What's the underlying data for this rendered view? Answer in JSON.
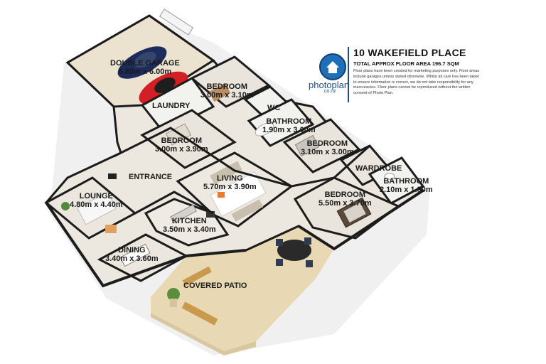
{
  "header": {
    "address": "10 WAKEFIELD PLACE",
    "total_area": "TOTAL APPROX FLOOR AREA 196.7 SQM",
    "disclaimer": "Floor plans have been created for marketing purposes only. Floor areas include garages unless stated otherwise. Whilst all care has been taken to ensure information is correct, we do not take responsibility for any inaccuracies. Floor plans cannot be reproduced without the written consent of Photo Plan."
  },
  "logo": {
    "brand": "photoplan",
    "domain": ".co.nz",
    "icon": "house-icon"
  },
  "rooms": {
    "garage": {
      "name": "DOUBLE GARAGE",
      "dims": "5.80m x 6.00m"
    },
    "bedroom_top": {
      "name": "BEDROOM",
      "dims": "3.00m x 3.10m"
    },
    "laundry": {
      "name": "LAUNDRY"
    },
    "wc": {
      "name": "WC"
    },
    "bathroom_mid": {
      "name": "BATHROOM",
      "dims": "1.90m x 3.00m"
    },
    "bedroom_right": {
      "name": "BEDROOM",
      "dims": "3.10m x 3.00m"
    },
    "bedroom_mid": {
      "name": "BEDROOM",
      "dims": "3.00m x 3.90m"
    },
    "entrance": {
      "name": "ENTRANCE"
    },
    "living": {
      "name": "LIVING",
      "dims": "5.70m x 3.90m"
    },
    "wardrobe": {
      "name": "WARDROBE"
    },
    "bathroom_ensuite": {
      "name": "BATHROOM",
      "dims": "2.10m x 1.80m"
    },
    "lounge": {
      "name": "LOUNGE",
      "dims": "4.80m x 4.40m"
    },
    "bedroom_master": {
      "name": "BEDROOM",
      "dims": "5.50m x 3.70m"
    },
    "kitchen": {
      "name": "KITCHEN",
      "dims": "3.50m x 3.40m"
    },
    "dining": {
      "name": "DINING",
      "dims": "3.40m x 3.60m"
    },
    "patio": {
      "name": "COVERED PATIO"
    }
  },
  "colors": {
    "wall": "#1c1c1c",
    "floor": "#ece7df",
    "tile": "#f2f2ef",
    "garage_floor": "#e9e2cf",
    "patio": "#e8d8b4",
    "car_red": "#d11f24",
    "car_navy": "#1c2c5c",
    "accent": "#1f4e8c"
  }
}
